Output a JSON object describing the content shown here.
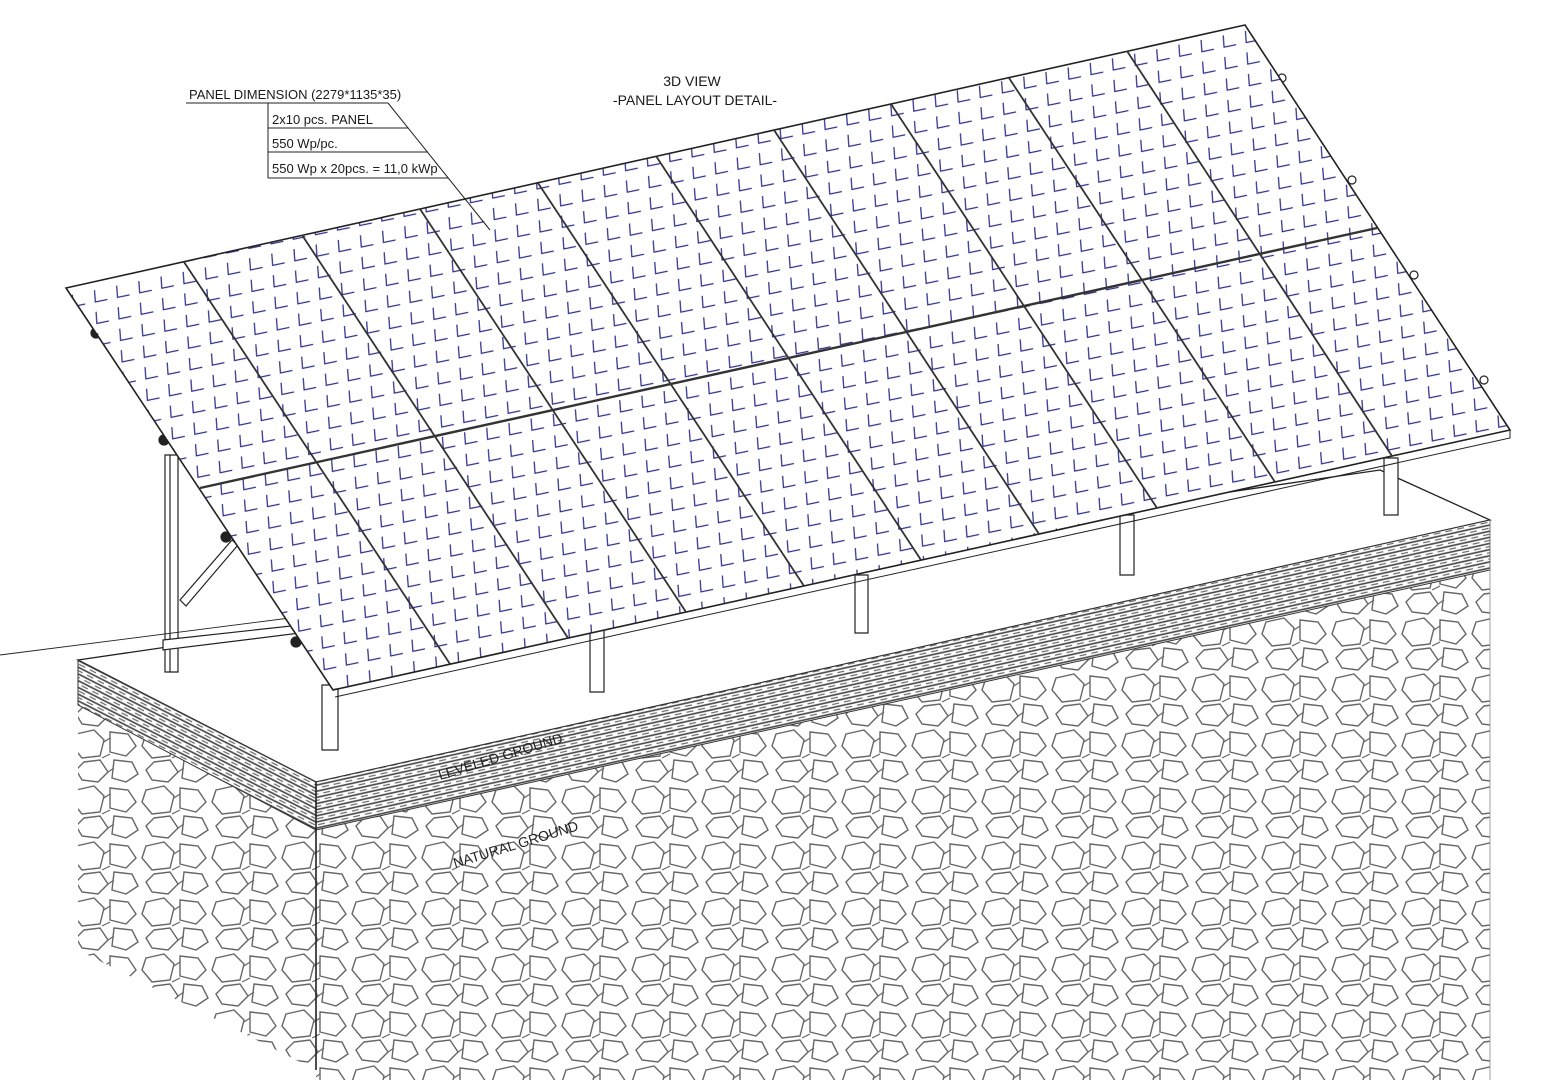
{
  "title": {
    "line1": "3D VIEW",
    "line2": "-PANEL LAYOUT DETAIL-"
  },
  "callout": {
    "header": "PANEL DIMENSION (2279*1135*35)",
    "rows": [
      "2x10 pcs. PANEL",
      "550 Wp/pc.",
      "550 Wp x 20pcs. = 11,0 kWp"
    ]
  },
  "ground_labels": {
    "leveled": "LEVELED GROUND",
    "natural": "NATURAL GROUND"
  },
  "array": {
    "rows": 2,
    "columns": 10,
    "panel_count": 20,
    "panel_power_wp": 550,
    "total_kwp": "11,0"
  },
  "colors": {
    "panel_grid": "#2a2a8a",
    "frame": "#222222",
    "ground_stroke": "#555555",
    "background": "#ffffff"
  }
}
